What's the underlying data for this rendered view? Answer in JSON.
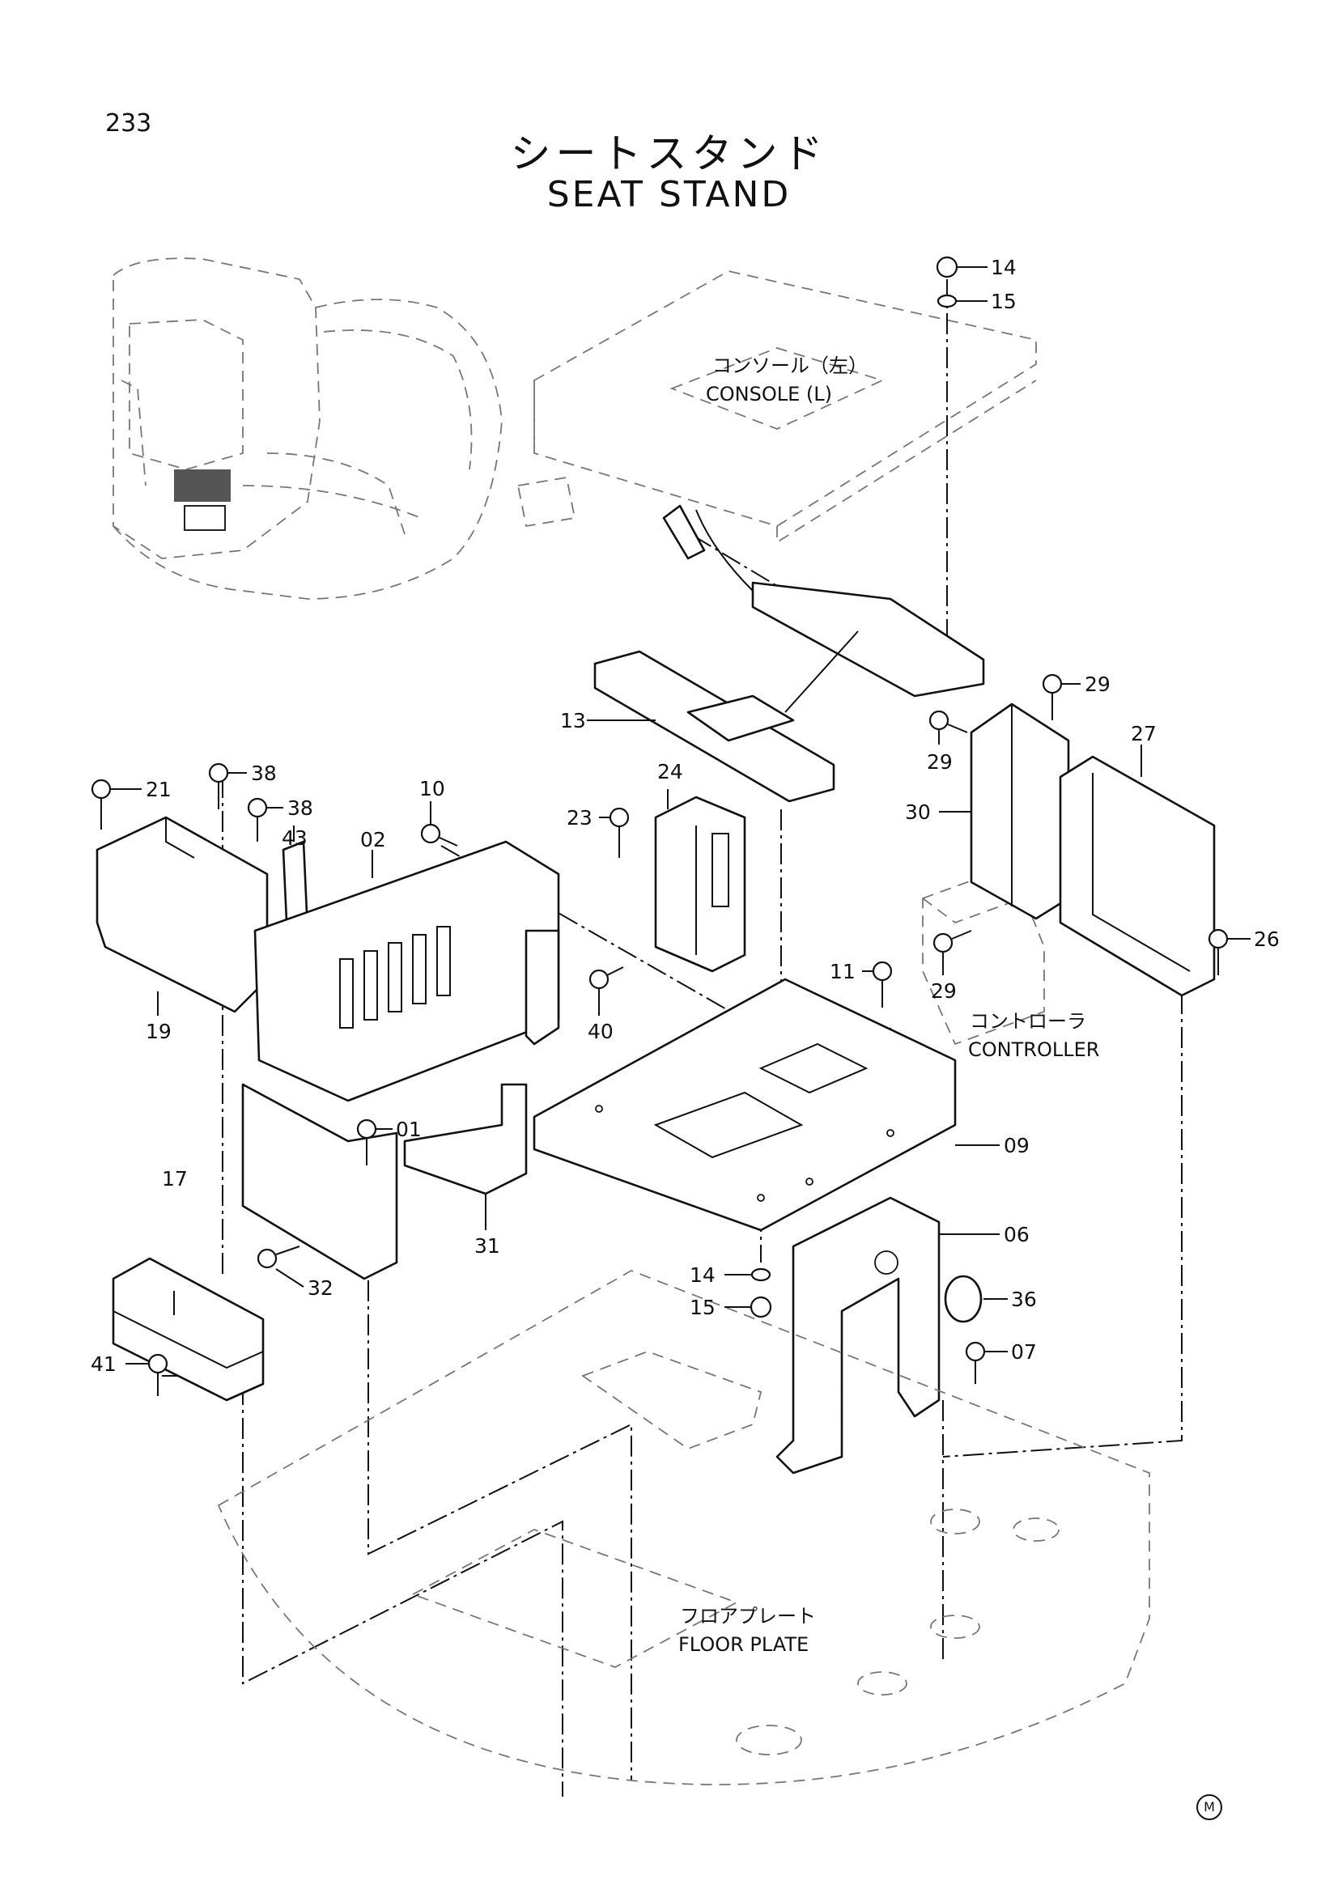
{
  "page_number": "233",
  "title_jp": "シートスタンド",
  "title_en": "SEAT STAND",
  "areas": {
    "console_jp": "コンソール（左）",
    "console_en": "CONSOLE (L)",
    "controller_jp": "コントローラ",
    "controller_en": "CONTROLLER",
    "floor_jp": "フロアプレート",
    "floor_en": "FLOOR PLATE"
  },
  "callouts": [
    {
      "id": "c14a",
      "label": "14"
    },
    {
      "id": "c15a",
      "label": "15"
    },
    {
      "id": "c29a",
      "label": "29"
    },
    {
      "id": "c27",
      "label": "27"
    },
    {
      "id": "c29b",
      "label": "29"
    },
    {
      "id": "c30",
      "label": "30"
    },
    {
      "id": "c13",
      "label": "13"
    },
    {
      "id": "c24",
      "label": "24"
    },
    {
      "id": "c23",
      "label": "23"
    },
    {
      "id": "c21",
      "label": "21"
    },
    {
      "id": "c38a",
      "label": "38"
    },
    {
      "id": "c38b",
      "label": "38"
    },
    {
      "id": "c43",
      "label": "43"
    },
    {
      "id": "c02",
      "label": "02"
    },
    {
      "id": "c10",
      "label": "10"
    },
    {
      "id": "c19",
      "label": "19"
    },
    {
      "id": "c40",
      "label": "40"
    },
    {
      "id": "c11",
      "label": "11"
    },
    {
      "id": "c29c",
      "label": "29"
    },
    {
      "id": "c26",
      "label": "26"
    },
    {
      "id": "c09",
      "label": "09"
    },
    {
      "id": "c01",
      "label": "01"
    },
    {
      "id": "c17",
      "label": "17"
    },
    {
      "id": "c31",
      "label": "31"
    },
    {
      "id": "c06",
      "label": "06"
    },
    {
      "id": "c14b",
      "label": "14"
    },
    {
      "id": "c36",
      "label": "36"
    },
    {
      "id": "c15b",
      "label": "15"
    },
    {
      "id": "c32",
      "label": "32"
    },
    {
      "id": "c07",
      "label": "07"
    },
    {
      "id": "c41",
      "label": "41"
    }
  ],
  "maker_mark": "M"
}
